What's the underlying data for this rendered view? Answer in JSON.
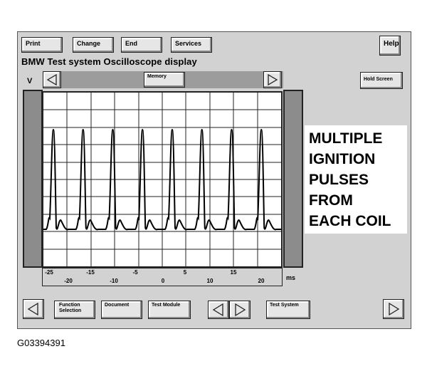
{
  "top_menu": {
    "print": "Print",
    "change": "Change",
    "end": "End",
    "services": "Services",
    "help": "Help"
  },
  "header": {
    "title": "BMW  Test system  Oscilloscope display",
    "memory": "Memory",
    "hold_screen": "Hold Screen"
  },
  "scope": {
    "y_unit": "V",
    "x_unit": "ms",
    "top_ticks": [
      "-25",
      "-15",
      "-5",
      "5",
      "15"
    ],
    "bottom_ticks": [
      "-20",
      "-10",
      "0",
      "10",
      "20"
    ]
  },
  "note": {
    "lines": [
      "MULTIPLE",
      "IGNITION",
      "PULSES",
      "FROM",
      "EACH COIL"
    ]
  },
  "bottom_bar": {
    "function_selection": "Function Selection",
    "document": "Document",
    "test_module": "Test Module",
    "test_system": "Test System"
  },
  "caption": "G03394391",
  "icons": [
    "arrow-left-icon",
    "arrow-right-icon"
  ]
}
